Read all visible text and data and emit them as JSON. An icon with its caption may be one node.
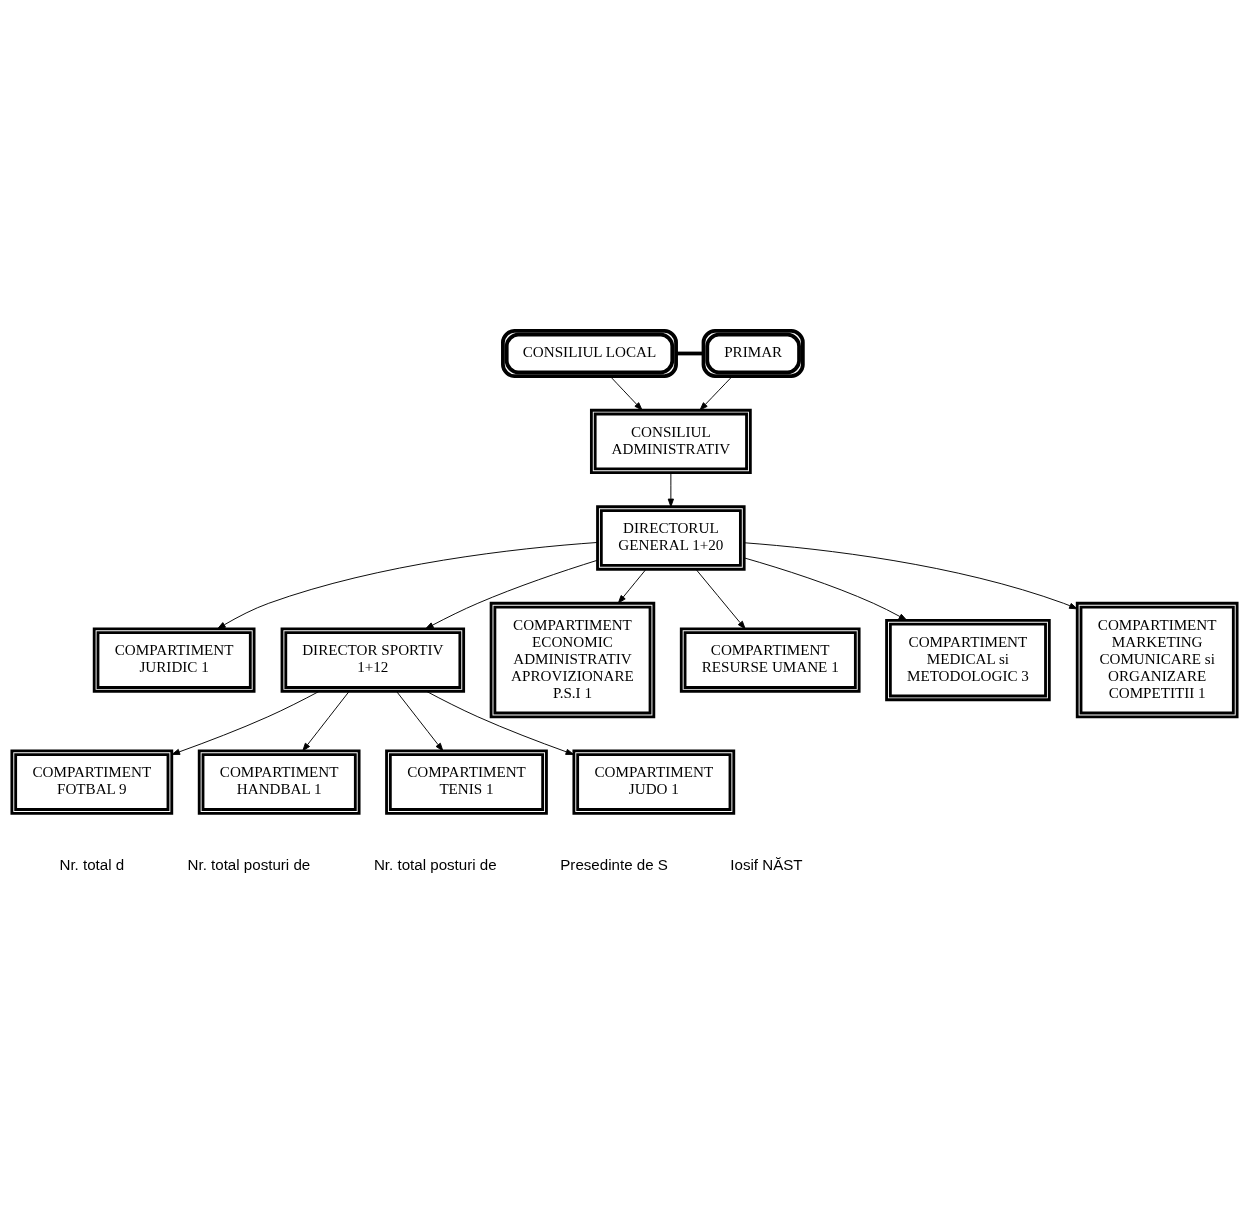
{
  "diagram": {
    "nodes": [
      {
        "text": [
          "CONSILIUL LOCAL"
        ]
      },
      {
        "text": [
          "PRIMAR"
        ]
      },
      {
        "text": [
          "CONSILIUL ADMINISTRATIV"
        ]
      },
      {
        "text": [
          "DIRECTORUL GENERAL 1+20"
        ]
      },
      {
        "text": [
          "COMPARTIMENT JURIDIC 1"
        ]
      },
      {
        "text": [
          "DIRECTOR SPORTIV 1+12"
        ]
      },
      {
        "text": [
          "COMPARTIMENT ECONOMIC ADMINISTRATIV APROVIZIONARE P.S.I 1"
        ]
      },
      {
        "text": [
          "COMPARTIMENT RESURSE UMANE 1"
        ]
      },
      {
        "text": [
          "COMPARTIMENT MEDICAL si METODOLOGIC 3"
        ]
      },
      {
        "text": [
          "COMPARTIMENT MARKETING COMUNICARE si ORGANIZARE COMPETITII 1"
        ]
      },
      {
        "text": [
          "COMPARTIMENT FOTBAL 9"
        ]
      },
      {
        "text": [
          "COMPARTIMENT HANDBAL 1"
        ]
      },
      {
        "text": [
          "COMPARTIMENT TENIS 1"
        ]
      },
      {
        "text": [
          "COMPARTIMENT JUDO 1"
        ]
      }
    ],
    "edges": [
      {
        "from": 0,
        "to": 1,
        "arrow": "none",
        "style": "thick"
      },
      {
        "from": 0,
        "to": 2,
        "arrow": "to"
      },
      {
        "from": 1,
        "to": 2,
        "arrow": "to"
      },
      {
        "from": 2,
        "to": 3,
        "arrow": "to"
      },
      {
        "from": 3,
        "to": 4,
        "arrow": "to"
      },
      {
        "from": 3,
        "to": 5,
        "arrow": "to"
      },
      {
        "from": 3,
        "to": 6,
        "arrow": "to"
      },
      {
        "from": 3,
        "to": 7,
        "arrow": "to"
      },
      {
        "from": 3,
        "to": 8,
        "arrow": "to"
      },
      {
        "from": 3,
        "to": 9,
        "arrow": "to"
      },
      {
        "from": 5,
        "to": 10,
        "arrow": "to"
      },
      {
        "from": 5,
        "to": 11,
        "arrow": "to"
      },
      {
        "from": 5,
        "to": 12,
        "arrow": "to"
      },
      {
        "from": 5,
        "to": 13,
        "arrow": "to"
      }
    ],
    "labels": [
      "Nr. total d",
      "Nr. total posturi de",
      "Nr. total posturi de",
      "Presedinte de S",
      "Iosif NĂST"
    ]
  }
}
